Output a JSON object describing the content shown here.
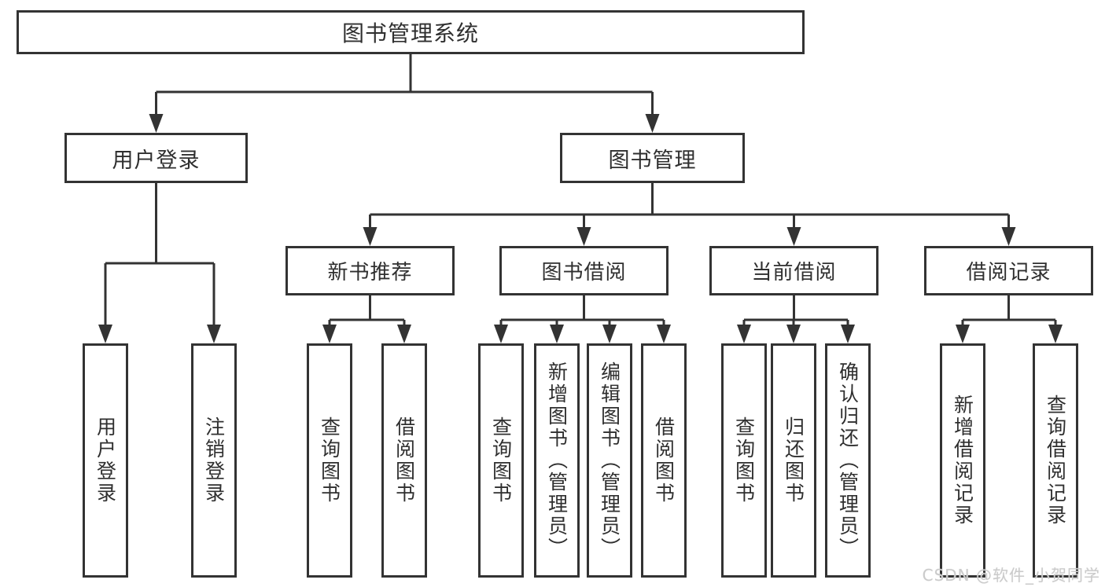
{
  "diagram": {
    "root": {
      "label": "图书管理系统"
    },
    "branches": [
      {
        "label": "用户登录",
        "children": [
          {
            "label": "用户登录"
          },
          {
            "label": "注销登录"
          }
        ]
      },
      {
        "label": "图书管理",
        "children": [
          {
            "label": "新书推荐",
            "children": [
              {
                "label": "查询图书"
              },
              {
                "label": "借阅图书"
              }
            ]
          },
          {
            "label": "图书借阅",
            "children": [
              {
                "label": "查询图书"
              },
              {
                "label": "新增图书（管理员）"
              },
              {
                "label": "编辑图书（管理员）"
              },
              {
                "label": "借阅图书"
              }
            ]
          },
          {
            "label": "当前借阅",
            "children": [
              {
                "label": "查询图书"
              },
              {
                "label": "归还图书"
              },
              {
                "label": "确认归还（管理员）"
              }
            ]
          },
          {
            "label": "借阅记录",
            "children": [
              {
                "label": "新增借阅记录"
              },
              {
                "label": "查询借阅记录"
              }
            ]
          }
        ]
      }
    ]
  },
  "style": {
    "line_color": "#333333",
    "text_color": "#2f2f2f",
    "background": "#ffffff",
    "watermark_color": "#cbcbcb"
  },
  "watermark": {
    "text": "CSDN @软件_小贺同学"
  }
}
